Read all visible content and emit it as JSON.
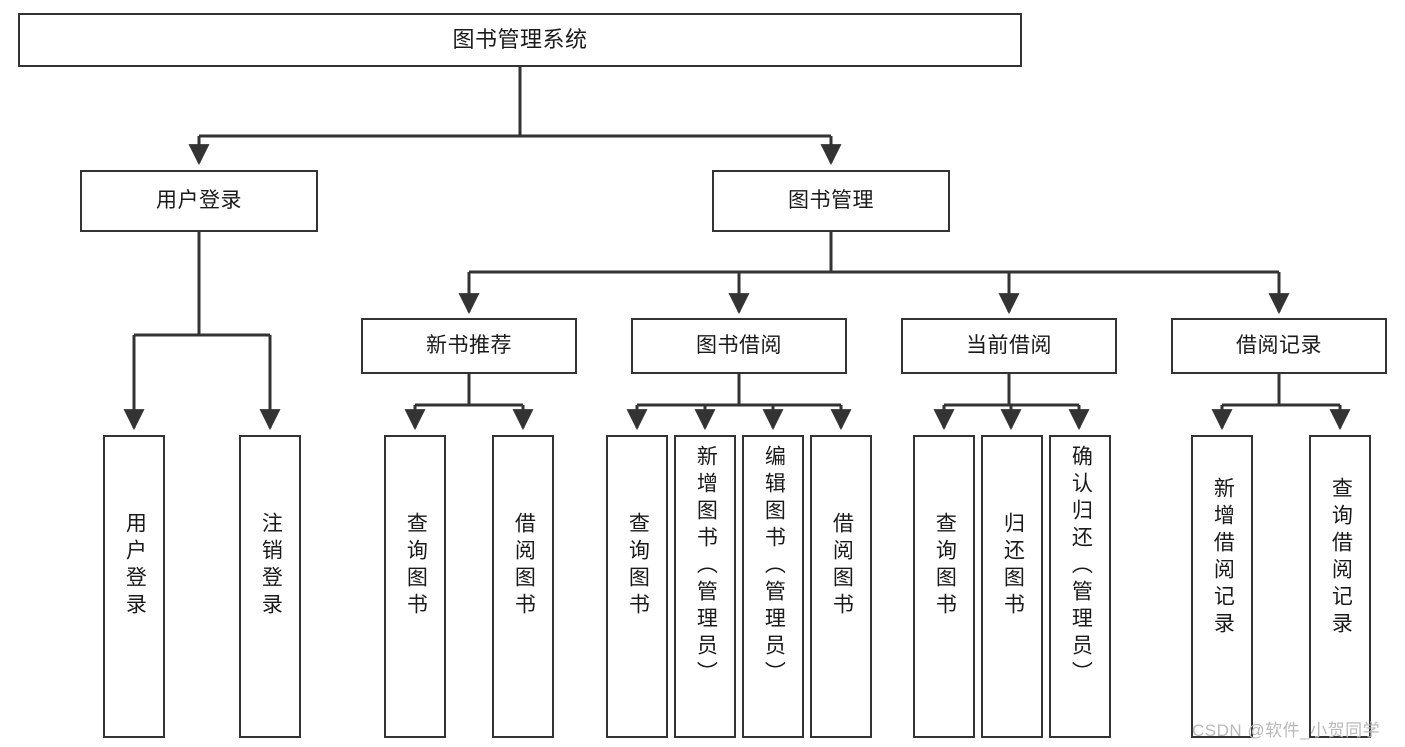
{
  "diagram": {
    "title": "图书管理系统",
    "type": "hierarchy-tree",
    "levels": 4,
    "root": {
      "label": "图书管理系统"
    },
    "level2": [
      {
        "label": "用户登录"
      },
      {
        "label": "图书管理"
      }
    ],
    "level3": [
      {
        "label": "新书推荐"
      },
      {
        "label": "图书借阅"
      },
      {
        "label": "当前借阅"
      },
      {
        "label": "借阅记录"
      }
    ],
    "leaves_user_login": [
      {
        "label": "用户登录"
      },
      {
        "label": "注销登录"
      }
    ],
    "leaves_new_book": [
      {
        "label": "查询图书"
      },
      {
        "label": "借阅图书"
      }
    ],
    "leaves_borrow": [
      {
        "label": "查询图书"
      },
      {
        "label": "新增图书（管理员）"
      },
      {
        "label": "编辑图书（管理员）"
      },
      {
        "label": "借阅图书"
      }
    ],
    "leaves_current": [
      {
        "label": "查询图书"
      },
      {
        "label": "归还图书"
      },
      {
        "label": "确认归还（管理员）"
      }
    ],
    "leaves_record": [
      {
        "label": "新增借阅记录"
      },
      {
        "label": "查询借阅记录"
      }
    ]
  },
  "watermark": {
    "text": "CSDN @软件_小贺同学"
  },
  "colors": {
    "stroke": "#333333",
    "background": "#ffffff",
    "text": "#1a1a1a",
    "watermark": "#b9b9b9"
  }
}
